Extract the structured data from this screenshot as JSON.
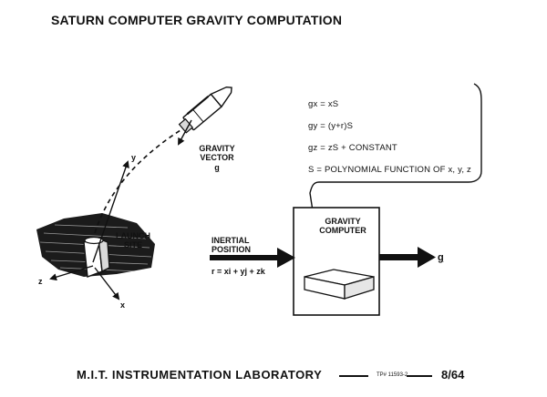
{
  "title": "SATURN COMPUTER GRAVITY COMPUTATION",
  "labels": {
    "gravity_vector_line1": "GRAVITY",
    "gravity_vector_line2": "VECTOR",
    "gravity_vector_symbol": "g",
    "launch_site_line1": "LAUNCH",
    "launch_site_line2": "SITE",
    "axis_x": "x",
    "axis_y": "y",
    "axis_z": "z",
    "inertial_position_line1": "INERTIAL",
    "inertial_position_line2": "POSITION",
    "position_equation": "r = xi + yj + zk",
    "gravity_computer_line1": "GRAVITY",
    "gravity_computer_line2": "COMPUTER",
    "output_symbol": "g"
  },
  "equations": [
    "gx = xS",
    "gy = (y+r)S",
    "gz = zS + CONSTANT",
    "S = POLYNOMIAL FUNCTION OF x, y, z"
  ],
  "footer": {
    "lab": "M.I.T. INSTRUMENTATION LABORATORY",
    "ref": "TP# 11593-2",
    "page": "8/64"
  }
}
